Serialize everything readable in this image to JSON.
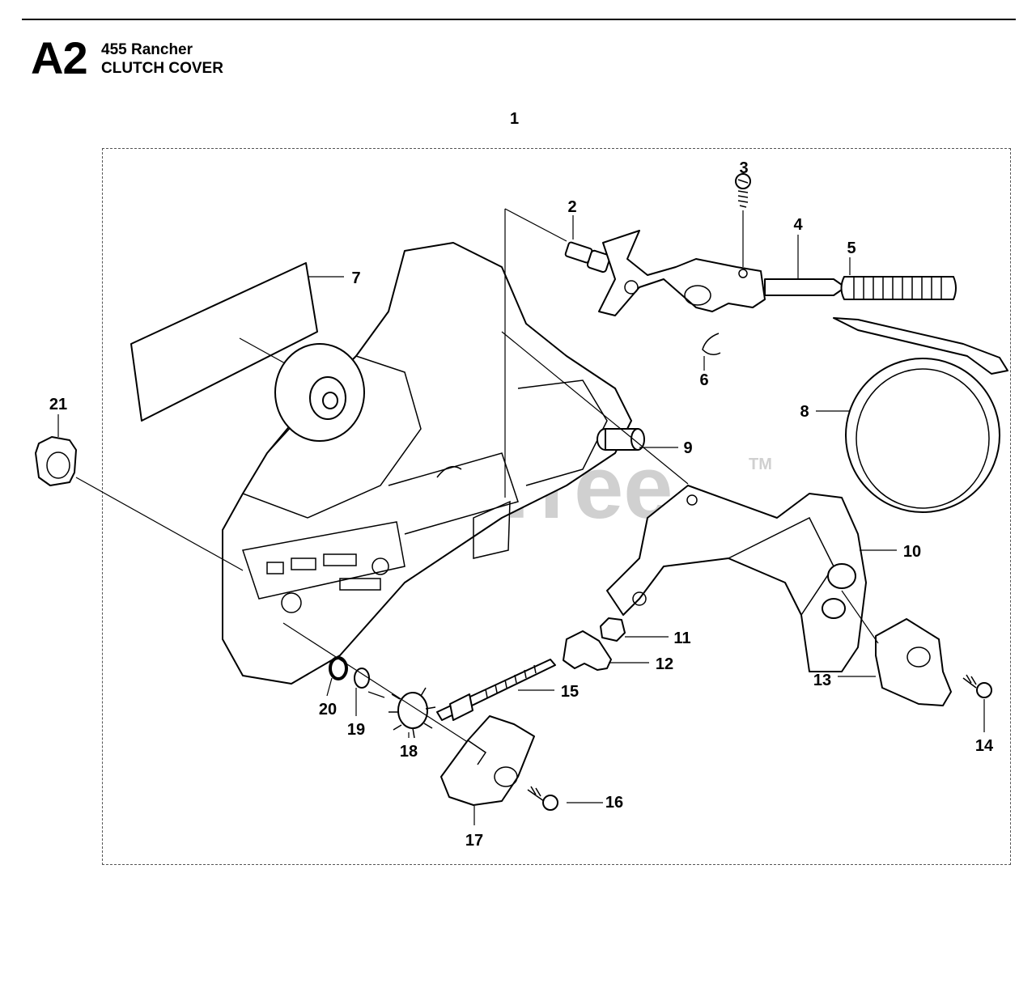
{
  "header": {
    "section_code": "A2",
    "model": "455 Rancher",
    "title": "CLUTCH COVER",
    "assembly_number": "1"
  },
  "watermark": {
    "text": "PartsTree",
    "trademark": "TM"
  },
  "callouts": [
    "2",
    "3",
    "4",
    "5",
    "6",
    "7",
    "8",
    "9",
    "10",
    "11",
    "12",
    "13",
    "14",
    "15",
    "16",
    "17",
    "18",
    "19",
    "20",
    "21"
  ]
}
